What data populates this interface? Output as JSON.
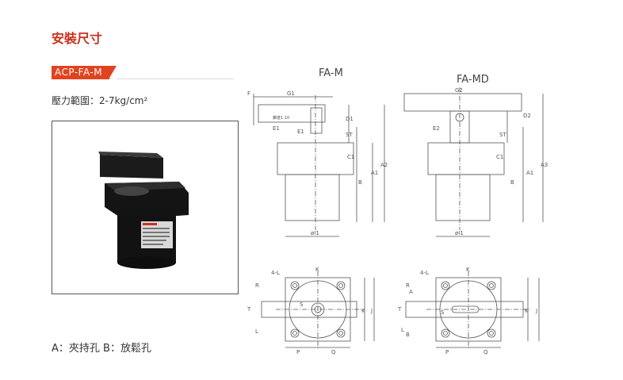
{
  "section_title": "安裝尺寸",
  "model_tag": "ACP-FA-M",
  "pressure_text": "壓力範圍：2-7kg/cm²",
  "legend_text": "A：夾持孔  B：放鬆孔",
  "views": {
    "left_label": "FA-M",
    "right_label": "FA-MD"
  },
  "dims": {
    "F": "F",
    "G1": "G1",
    "G2": "G2",
    "E1": "E1",
    "E2": "E2",
    "D1": "D1",
    "D2": "D2",
    "ST": "ST",
    "C1": "C1",
    "A1": "A1",
    "A2": "A2",
    "A3": "A3",
    "B": "B",
    "phi_I1": "øI1",
    "K": "K",
    "R": "R",
    "A": "A",
    "T": "T",
    "L": "L",
    "S": "S",
    "J": "J",
    "P": "P",
    "Q": "Q",
    "four_L": "4-L",
    "taper": "錐度1:10"
  },
  "colors": {
    "accent": "#e1431f",
    "title": "#c8321e"
  }
}
